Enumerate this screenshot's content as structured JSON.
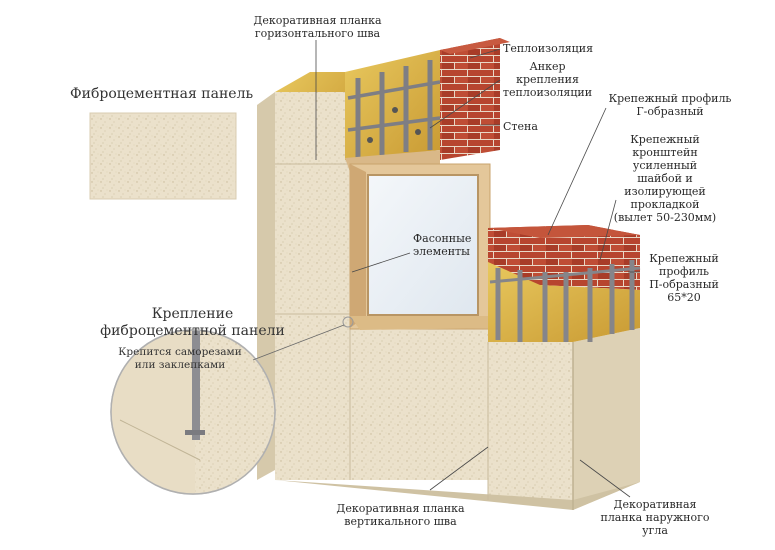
{
  "labels": {
    "horizontal_seam_plank": "Декоративная планка\nгоризонтального шва",
    "insulation": "Теплоизоляция",
    "insulation_anchor": "Анкер\nкрепления\nтеплоизоляции",
    "wall": "Стена",
    "g_profile": "Крепежный профиль\nГ-образный",
    "bracket": "Крепежный\nкронштейн\nусиленный\nшайбой и\nизолирующей\nпрокладкой\n(вылет 50-230мм)",
    "p_profile": "Крепежный\nпрофиль\nП-образный\n65*20",
    "shaped_elements": "Фасонные\nэлементы",
    "fiber_cement_panel": "Фиброцементная панель",
    "fastening_title": "Крепление\nфиброцементной панели",
    "fastening_note": "Крепится саморезами\nили заклепками",
    "vertical_seam_plank": "Декоративная планка\nвертикального шва",
    "outer_corner_plank": "Декоративная\nпланка наружного\nугла"
  },
  "colors": {
    "panel": "#ece2cc",
    "panel_dark": "#dfd2b6",
    "brick": "#b7452f",
    "mortar": "#e9d8c6",
    "insulation": "#d9b34a",
    "profile": "#8d8d92",
    "window_frame": "#d9b888",
    "glass": "#e8eef4"
  }
}
